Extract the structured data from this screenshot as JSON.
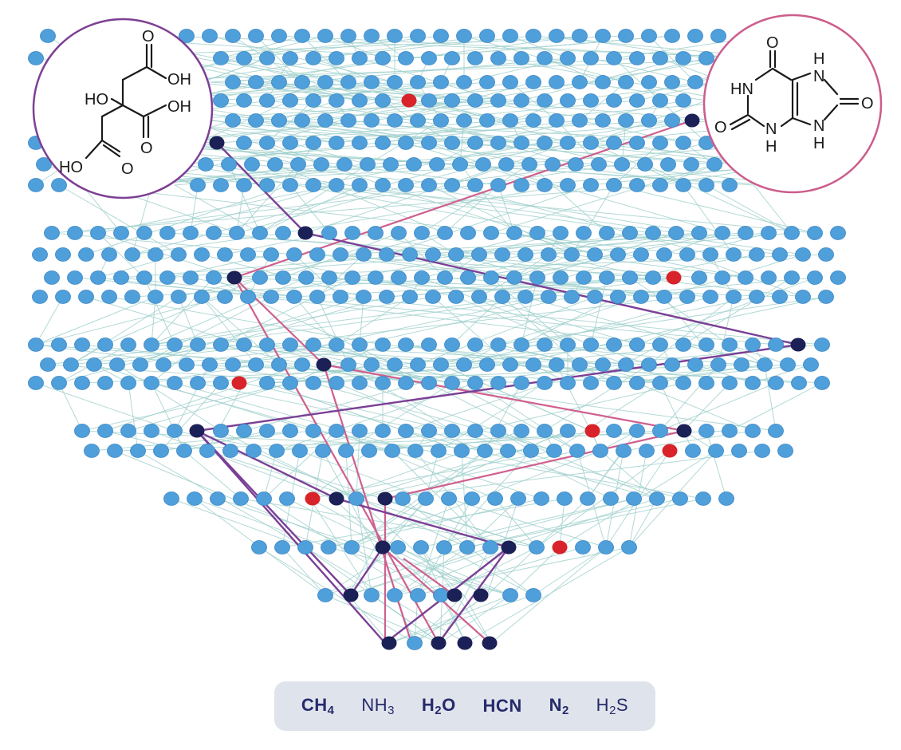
{
  "molecules": {
    "citric_acid": {
      "name": "citric-acid",
      "border_color": "#7d3f93",
      "labels": {
        "top_oh": "OH",
        "ho": "HO",
        "right_oh": "OH",
        "bottom_ho": "HO",
        "o1": "O",
        "o2": "O",
        "o3": "O"
      }
    },
    "uric_acid": {
      "name": "uric-acid",
      "border_color": "#cc5d8c",
      "labels": {
        "o_top": "O",
        "hn": "HN",
        "h_top": "H",
        "n_top": "N",
        "o_right": "O",
        "o_left": "O",
        "n_bottom_left": "N",
        "h_bottom_left": "H",
        "n_bottom_right": "N",
        "h_bottom_right": "H"
      }
    }
  },
  "legend": {
    "items": [
      {
        "base": "CH",
        "sub": "4",
        "bold": true
      },
      {
        "base": "NH",
        "sub": "3",
        "bold": false
      },
      {
        "base": "H",
        "sub": "2",
        "tail": "O",
        "bold": true
      },
      {
        "base": "HCN",
        "sub": "",
        "bold": true
      },
      {
        "base": "N",
        "sub": "2",
        "bold": true
      },
      {
        "base": "H",
        "sub": "2",
        "tail": "S",
        "bold": false
      }
    ]
  },
  "colors": {
    "node": "#4f9fdb",
    "node_stroke": "#3b86c4",
    "highlight_node": "#1b2056",
    "red_node": "#d8232a",
    "edge": "#9fd0cc",
    "path_purple": "#7b3f96",
    "path_pink": "#cf5f8e",
    "legend_bg": "#dfe4ec",
    "legend_text": "#262a6b"
  }
}
